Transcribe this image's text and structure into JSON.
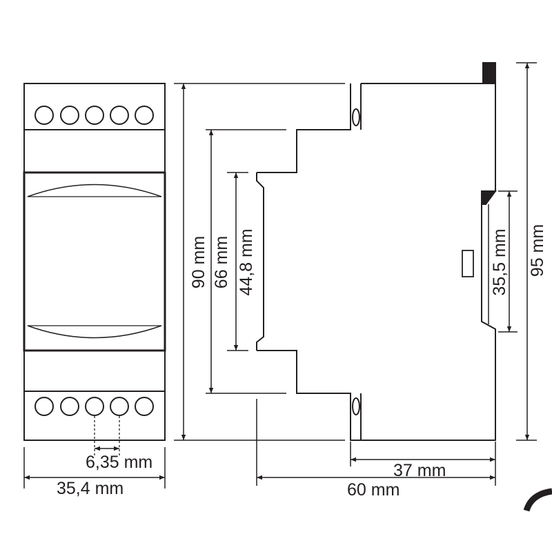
{
  "colors": {
    "line": "#231f20",
    "background": "#ffffff"
  },
  "dimensions": {
    "width_front": "35,4 mm",
    "terminal_pitch": "6,35 mm",
    "height_total": "90 mm",
    "height_front_panel": "66 mm",
    "height_body": "44,8 mm",
    "height_overall": "95 mm",
    "rail_width": "35,5 mm",
    "depth_from_rail": "37 mm",
    "depth_total": "60 mm"
  },
  "front_view": {
    "terminals_per_row": 5,
    "terminal_rows": 2
  }
}
